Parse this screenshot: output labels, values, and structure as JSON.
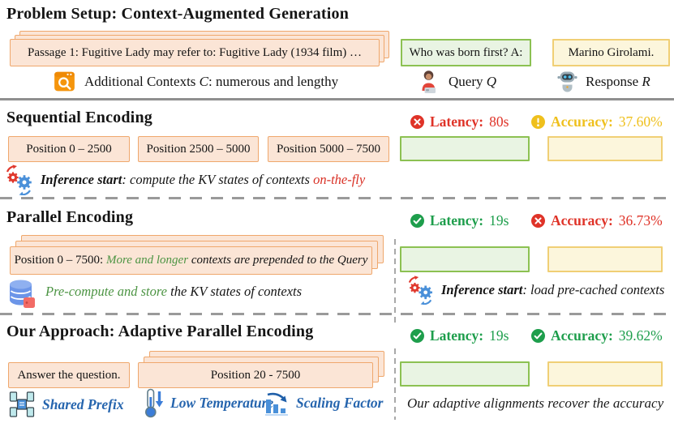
{
  "colors": {
    "card_fill": "#FBE5D6",
    "card_border": "#EFA76C",
    "green_box_fill": "#E9F4E3",
    "green_box_border": "#8CC152",
    "yellow_box_fill": "#FCF6DC",
    "yellow_box_border": "#F0CF75",
    "status_red": "#DF3328",
    "status_green": "#1E9E4C",
    "status_gold": "#EFC01D",
    "feature_blue": "#2665AE",
    "highlight_green": "#4C9443",
    "highlight_red": "#D93025"
  },
  "problem": {
    "title": "Problem Setup: Context-Augmented Generation",
    "passage": "Passage 1: Fugitive Lady may refer to: Fugitive Lady (1934 film) …",
    "contexts": {
      "prefix": "Additional Contexts ",
      "var": "C",
      "suffix": ": numerous and lengthy"
    },
    "query": {
      "box": "Who was born first? A:",
      "label": "Query ",
      "var": "Q"
    },
    "response": {
      "box": "Marino Girolami.",
      "label": "Response ",
      "var": "R"
    }
  },
  "sequential": {
    "title": "Sequential Encoding",
    "latency": {
      "label": "Latency:",
      "value": "80s",
      "icon": "cross-circle"
    },
    "accuracy": {
      "label": "Accuracy:",
      "value": "37.60%",
      "icon": "warning-circle"
    },
    "positions": [
      "Position 0 – 2500",
      "Position 2500 – 5000",
      "Position 5000 – 7500"
    ],
    "inference": {
      "bold": "Inference start",
      "rest": ": compute the KV states of contexts ",
      "highlight": "on-the-fly"
    }
  },
  "parallel": {
    "title": "Parallel Encoding",
    "latency": {
      "label": "Latency:",
      "value": "19s",
      "icon": "check-circle"
    },
    "accuracy": {
      "label": "Accuracy:",
      "value": "36.73%",
      "icon": "cross-circle"
    },
    "position": {
      "prefix": "Position 0 – 7500: ",
      "highlight": "More and longer",
      "suffix": " contexts are prepended to the Query"
    },
    "precompute": {
      "highlight": "Pre-compute and store",
      "rest": " the KV states of contexts"
    },
    "inference": {
      "bold": "Inference start",
      "rest": ": load pre-cached contexts"
    }
  },
  "approach": {
    "title": "Our Approach: Adaptive Parallel Encoding",
    "latency": {
      "label": "Latency:",
      "value": "19s",
      "icon": "check-circle"
    },
    "accuracy": {
      "label": "Accuracy:",
      "value": "39.62%",
      "icon": "check-circle"
    },
    "answer_box": "Answer the question.",
    "position_box": "Position 20 - 7500",
    "features": [
      "Shared Prefix",
      "Low Temperature",
      "Scaling Factor"
    ],
    "note": "Our adaptive alignments recover the accuracy"
  }
}
